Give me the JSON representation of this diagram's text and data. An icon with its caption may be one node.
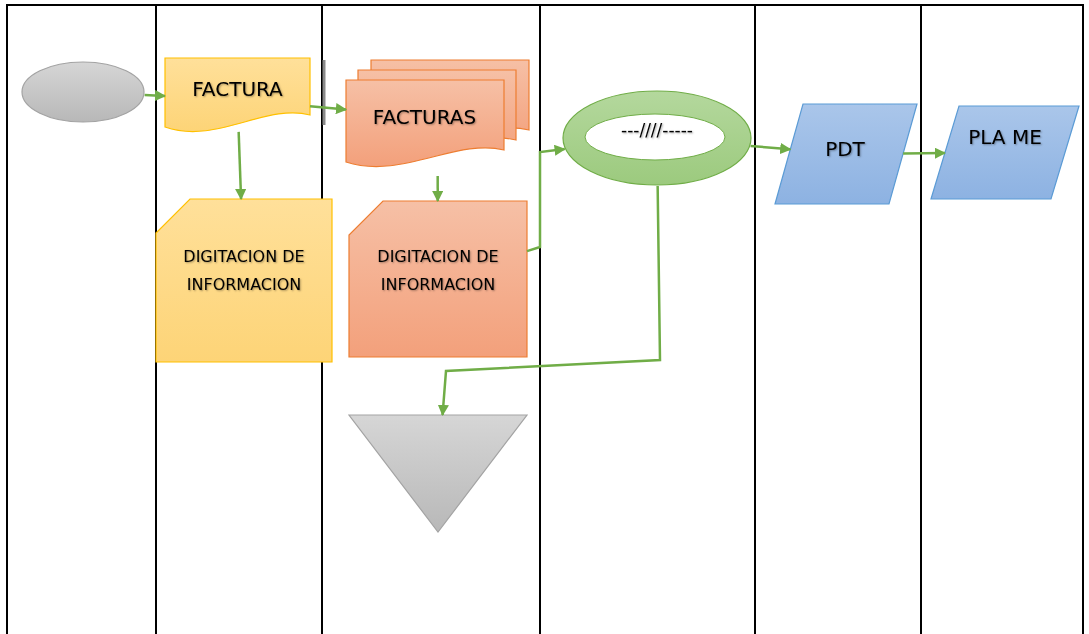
{
  "diagram": {
    "nodes": [
      {
        "text": [],
        "shape": "ellipse"
      },
      {
        "text": [
          "FACTURA"
        ]
      },
      {
        "text": [
          "FACTURAS"
        ]
      },
      {
        "text": [
          "DIGITACION DE INFORMACION"
        ]
      },
      {
        "text": [
          "DIGITACION DE INFORMACION"
        ]
      },
      {
        "text": [
          "---////-----"
        ]
      },
      {
        "text": [
          "PDT"
        ]
      },
      {
        "text": [
          "PLA ME"
        ]
      },
      {
        "text": [],
        "shape": "triangle"
      }
    ],
    "edges": [
      {
        "from": 0,
        "to": 1,
        "arrow": "to"
      },
      {
        "from": 1,
        "to": 2,
        "arrow": "to"
      },
      {
        "from": 1,
        "to": 3,
        "arrow": "to"
      },
      {
        "from": 2,
        "to": 4,
        "arrow": "to"
      },
      {
        "from": 4,
        "to": 5,
        "arrow": "to"
      },
      {
        "from": 5,
        "to": 8,
        "arrow": "to"
      },
      {
        "from": 5,
        "to": 6,
        "arrow": "to"
      },
      {
        "from": 6,
        "to": 7,
        "arrow": "to"
      }
    ]
  }
}
